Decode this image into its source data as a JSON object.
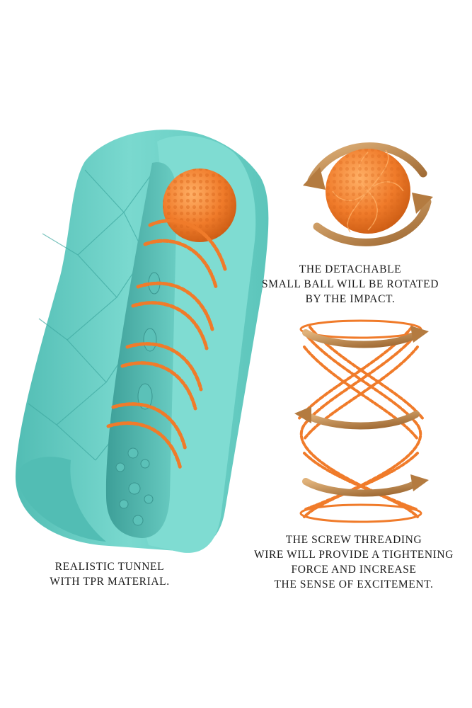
{
  "captions": {
    "ball": [
      "THE DETACHABLE",
      "SMALL BALL WILL BE ROTATED",
      "BY THE IMPACT."
    ],
    "screw": [
      "THE SCREW THREADING",
      "WIRE WILL PROVIDE A TIGHTENING",
      "FORCE AND INCREASE",
      "THE SENSE OF EXCITEMENT."
    ],
    "tunnel": [
      "REALISTIC TUNNEL",
      "WITH TPR MATERIAL."
    ]
  },
  "colors": {
    "sleeve": "#6fd3c9",
    "sleeve_dark": "#3fa9a1",
    "sleeve_light": "#8fe3da",
    "orange": "#f07b2a",
    "orange_dark": "#c95a12",
    "arrow_gold": "#c08a4e",
    "text": "#1a1a1a"
  },
  "icons": [
    "ball-icon",
    "rotation-arrows-icon",
    "helix-spring-icon",
    "spiral-arrow-icon",
    "sleeve-illustration"
  ]
}
